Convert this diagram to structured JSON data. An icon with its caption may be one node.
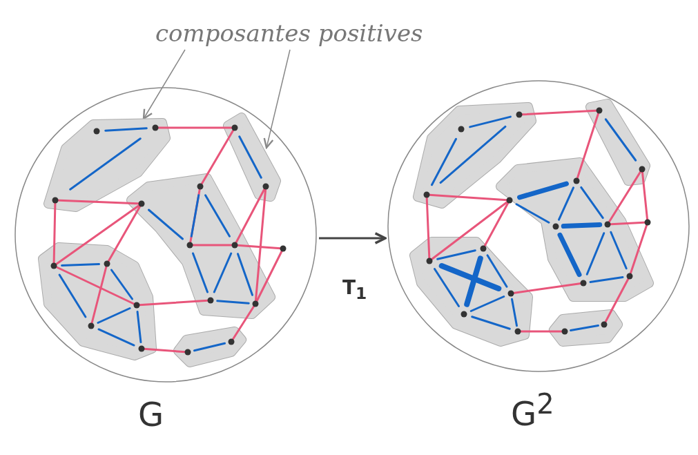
{
  "diagram": {
    "nodes": [
      {
        "text": [
          "composantes positives"
        ]
      },
      {
        "text": [
          "G"
        ]
      },
      {
        "text": [
          "G$^{2}$"
        ]
      },
      {
        "text": [],
        "shape": "box",
        "in": 1
      },
      {
        "text": [],
        "shape": "box",
        "in": 1
      },
      {
        "text": [],
        "shape": "box",
        "in": 1
      },
      {
        "text": [],
        "shape": "box",
        "in": 1
      },
      {
        "text": [],
        "shape": "box",
        "in": 1
      },
      {
        "text": [],
        "shape": "box",
        "in": 2
      },
      {
        "text": [],
        "shape": "box",
        "in": 2
      },
      {
        "text": [],
        "shape": "box",
        "in": 2
      },
      {
        "text": [],
        "shape": "box",
        "in": 2
      },
      {
        "text": [],
        "shape": "box",
        "in": 2
      }
    ],
    "edges": [
      {
        "from": 0,
        "to": 3,
        "arrow": "to"
      },
      {
        "from": 0,
        "to": 4,
        "arrow": "to"
      },
      {
        "from": 1,
        "to": 2,
        "arrow": "to",
        "label": "T$_{1}$"
      }
    ]
  }
}
